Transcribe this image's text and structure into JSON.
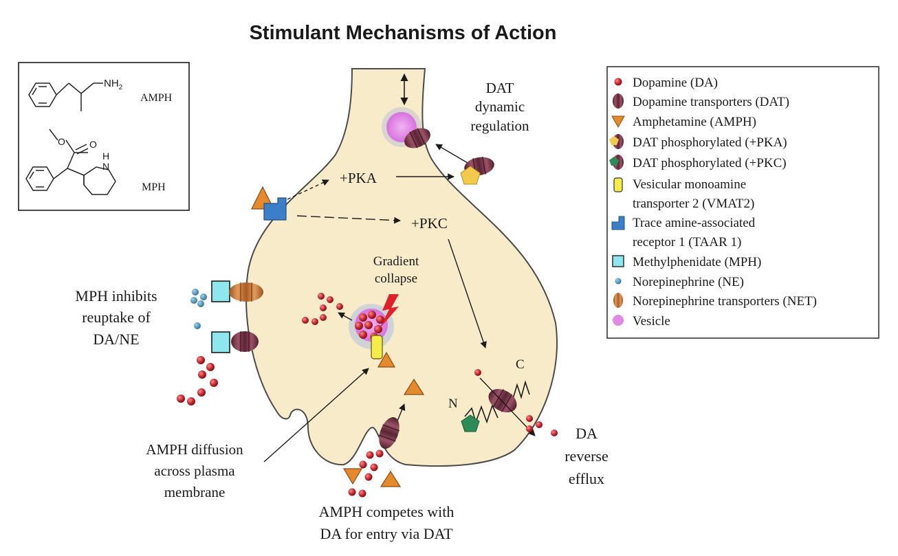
{
  "title": "Stimulant Mechanisms of Action",
  "structures": {
    "amph_label": "AMPH",
    "mph_label": "MPH",
    "nh2": "NH",
    "nh2_sub": "2",
    "o_ester": "O",
    "o_carbonyl": "O",
    "nh_ring_h": "H",
    "nh_ring_n": "N"
  },
  "labels": {
    "dat_dynamic": [
      "DAT",
      "dynamic",
      "regulation"
    ],
    "pka": "+PKA",
    "pkc": "+PKC",
    "gradient": [
      "Gradient",
      "collapse"
    ],
    "mph_inhibits": [
      "MPH inhibits",
      "reuptake of",
      "DA/NE"
    ],
    "amph_diffusion": [
      "AMPH diffusion",
      "across plasma",
      "membrane"
    ],
    "amph_competes": [
      "AMPH competes with",
      "DA for entry via DAT"
    ],
    "da_efflux": [
      "DA",
      "reverse",
      "efflux"
    ],
    "terminal_c": "C",
    "terminal_n": "N"
  },
  "legend": [
    {
      "icon": "dopamine",
      "lines": [
        "Dopamine (DA)"
      ]
    },
    {
      "icon": "dat",
      "lines": [
        "Dopamine transporters (DAT)"
      ]
    },
    {
      "icon": "amphetamine",
      "lines": [
        "Amphetamine (AMPH)"
      ]
    },
    {
      "icon": "dat-pka",
      "lines": [
        "DAT phosphorylated (+PKA)"
      ]
    },
    {
      "icon": "dat-pkc",
      "lines": [
        "DAT phosphorylated (+PKC)"
      ]
    },
    {
      "icon": "vmat2",
      "lines": [
        "Vesicular monoamine",
        "transporter 2 (VMAT2)"
      ]
    },
    {
      "icon": "taar1",
      "lines": [
        "Trace amine-associated",
        "receptor 1 (TAAR 1)"
      ]
    },
    {
      "icon": "mph",
      "lines": [
        "Methylphenidate (MPH)"
      ]
    },
    {
      "icon": "norepinephrine",
      "lines": [
        "Norepinephrine (NE)"
      ]
    },
    {
      "icon": "net",
      "lines": [
        "Norepinephrine transporters (NET)"
      ]
    },
    {
      "icon": "vesicle",
      "lines": [
        "Vesicle"
      ]
    }
  ],
  "colors": {
    "cytoplasm": "#f7ebc9",
    "outline": "#4a4a4a",
    "dopamine": "#c0262d",
    "dat": "#7a3448",
    "amphetamine": "#e58a2c",
    "pka": "#f2c94c",
    "pkc": "#2e8b57",
    "vmat2": "#f5ec4a",
    "taar1": "#3a7fc8",
    "mph": "#8ee6ef",
    "norepinephrine": "#3b8db8",
    "net": "#c8763a",
    "vesicle": "#e089e6"
  }
}
